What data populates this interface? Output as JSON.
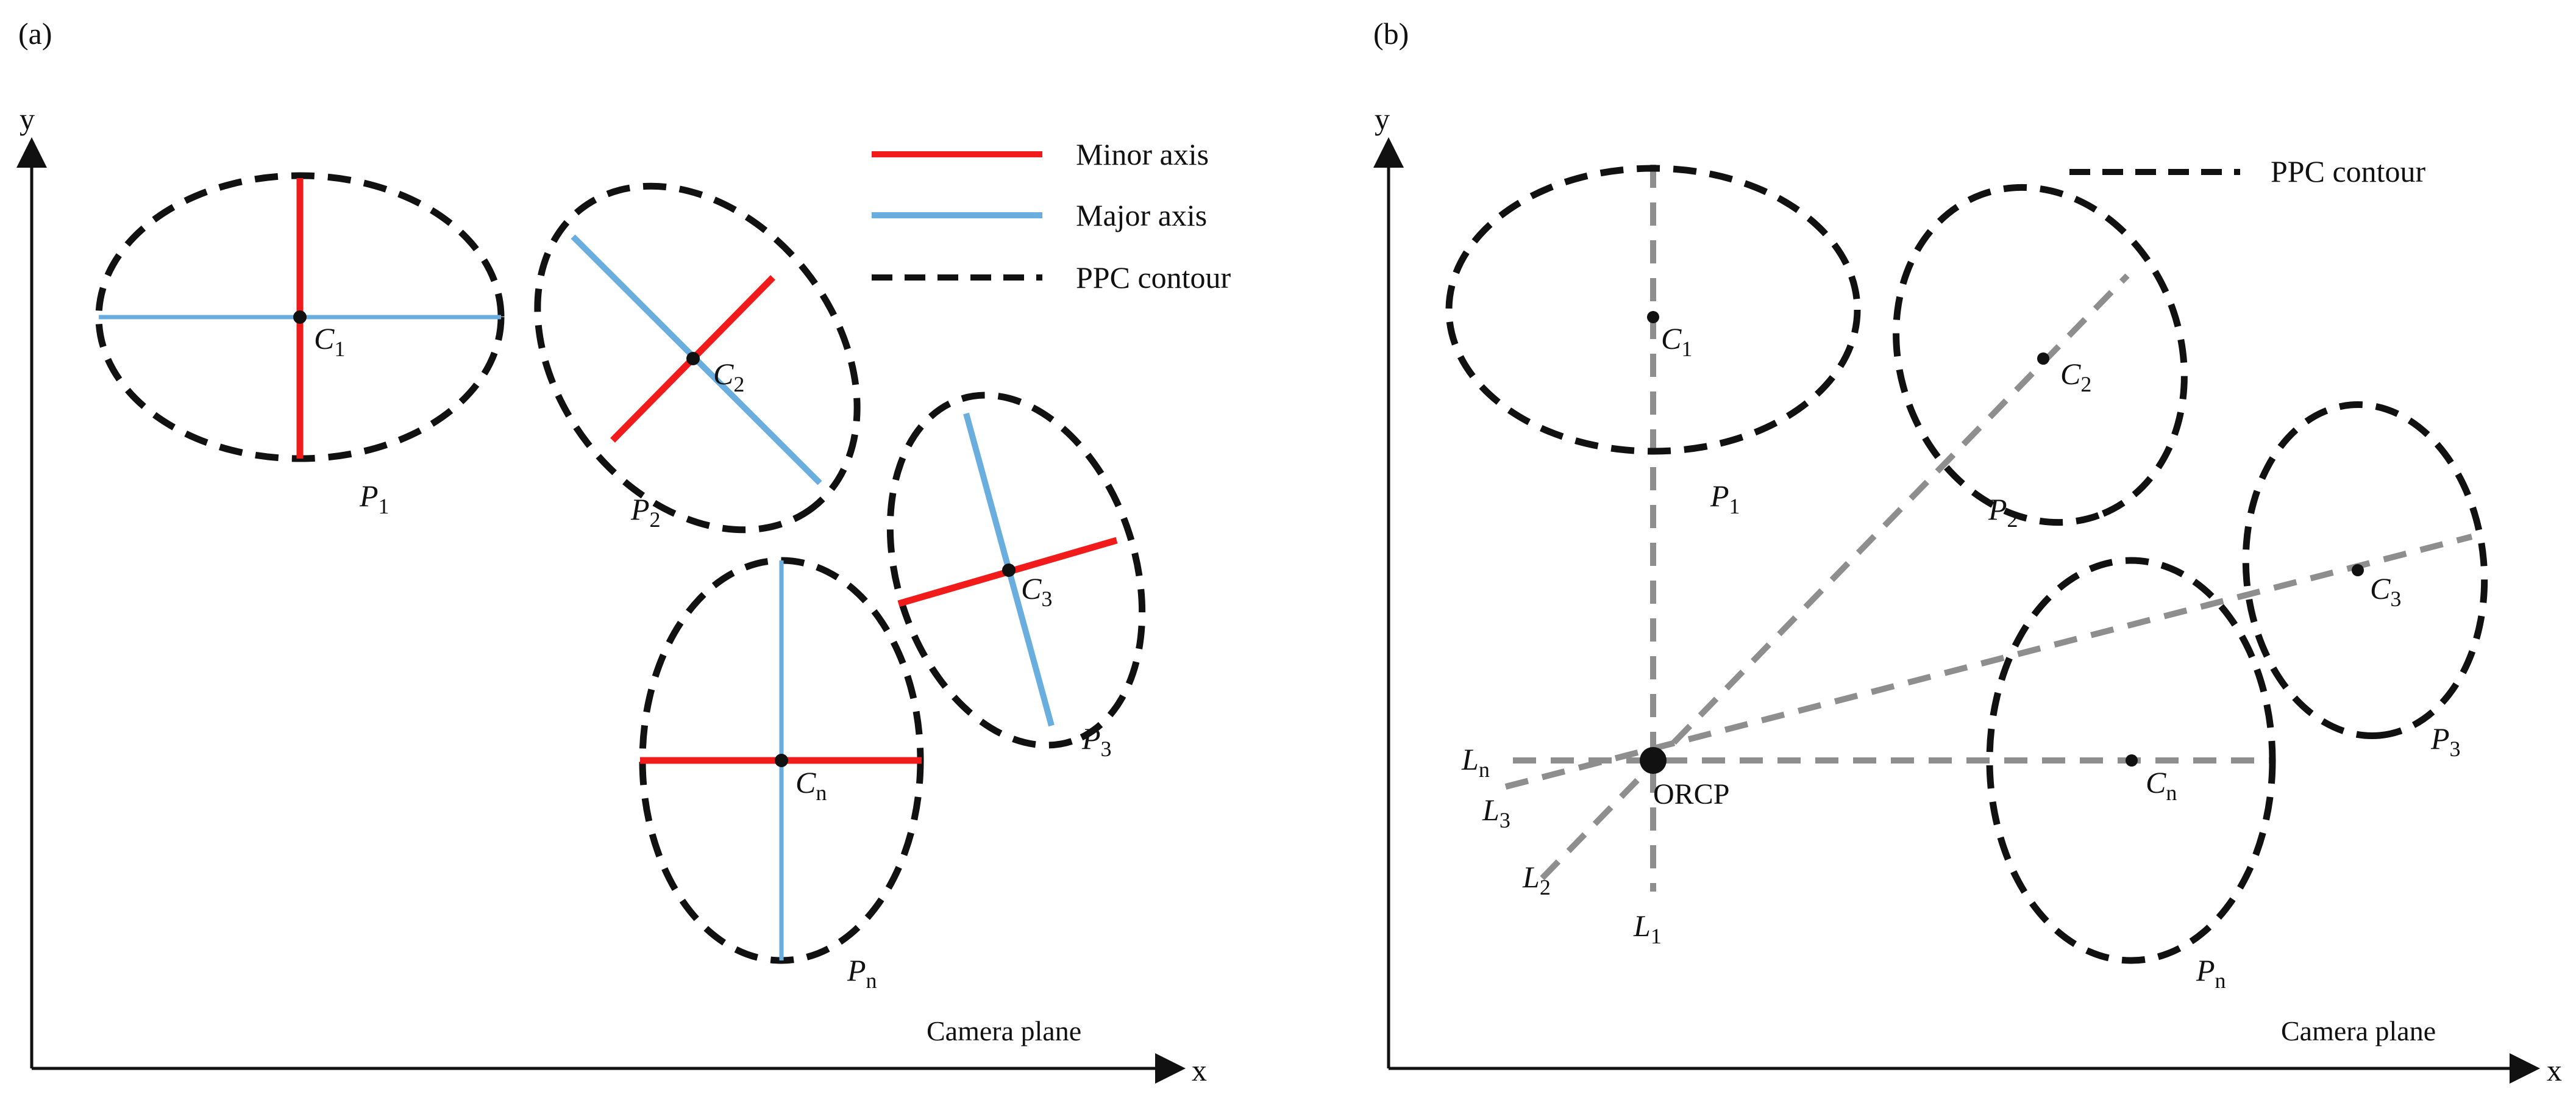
{
  "panels": [
    {
      "tag": "(a)",
      "axis_y": "y",
      "axis_x": "x",
      "plane_label": "Camera plane",
      "legend": [
        {
          "label": "Minor axis",
          "color": "#f21b1b",
          "dashed": false
        },
        {
          "label": "Major axis",
          "color": "#6aaee0",
          "dashed": false
        },
        {
          "label": "PPC contour",
          "color": "#111111",
          "dashed": true
        }
      ],
      "ellipses": [
        {
          "center_label": "C",
          "center_sub": "1",
          "region_label": "P",
          "region_sub": "1"
        },
        {
          "center_label": "C",
          "center_sub": "2",
          "region_label": "P",
          "region_sub": "2"
        },
        {
          "center_label": "C",
          "center_sub": "3",
          "region_label": "P",
          "region_sub": "3"
        },
        {
          "center_label": "C",
          "center_sub": "n",
          "region_label": "P",
          "region_sub": "n"
        }
      ]
    },
    {
      "tag": "(b)",
      "axis_y": "y",
      "axis_x": "x",
      "plane_label": "Camera plane",
      "legend": [
        {
          "label": "PPC contour",
          "color": "#111111",
          "dashed": true
        }
      ],
      "origin_label": "ORCP",
      "ellipses": [
        {
          "center_label": "C",
          "center_sub": "1",
          "region_label": "P",
          "region_sub": "1"
        },
        {
          "center_label": "C",
          "center_sub": "2",
          "region_label": "P",
          "region_sub": "2"
        },
        {
          "center_label": "C",
          "center_sub": "3",
          "region_label": "P",
          "region_sub": "3"
        },
        {
          "center_label": "C",
          "center_sub": "n",
          "region_label": "P",
          "region_sub": "n"
        }
      ],
      "lines": [
        {
          "label": "L",
          "sub": "n"
        },
        {
          "label": "L",
          "sub": "3"
        },
        {
          "label": "L",
          "sub": "2"
        },
        {
          "label": "L",
          "sub": "1"
        }
      ]
    }
  ],
  "colors": {
    "minor_axis": "#f21b1b",
    "major_axis": "#6aaee0",
    "contour": "#111111",
    "ray": "#8e8e8e"
  }
}
